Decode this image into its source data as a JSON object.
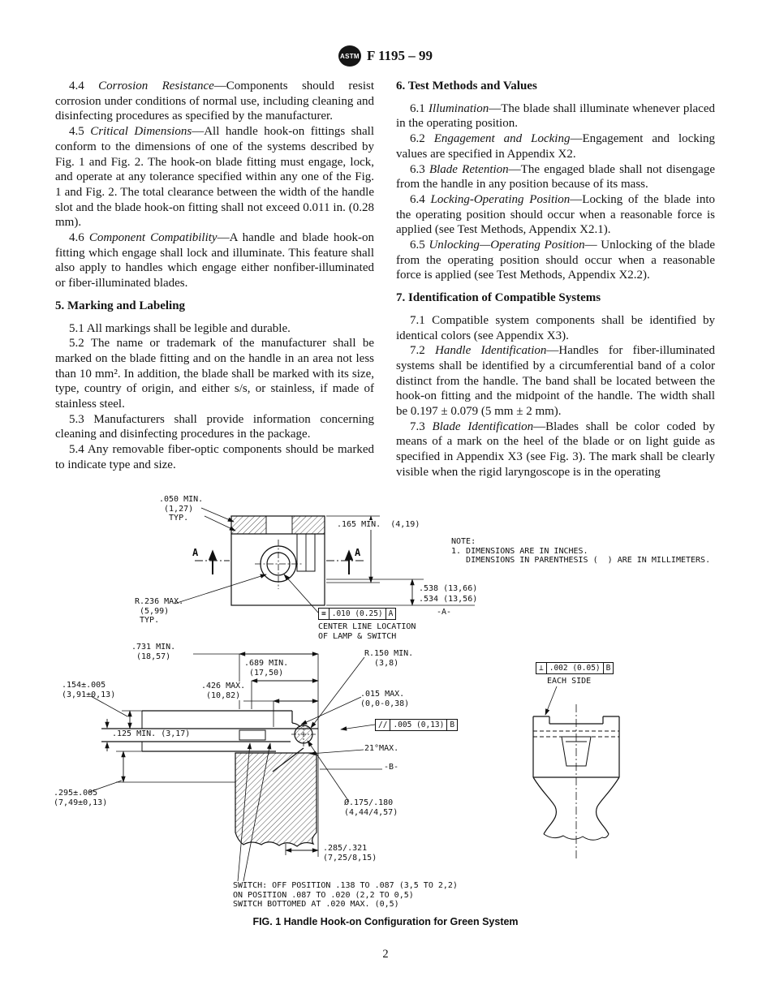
{
  "page": {
    "number": "2"
  },
  "header": {
    "logo_text": "ASTM",
    "title": "F 1195 – 99"
  },
  "left": {
    "p44": {
      "num": "4.4 ",
      "lead": "Corrosion Resistance",
      "rest": "—Components should resist corrosion under conditions of normal use, including cleaning and disinfecting procedures as specified by the manufacturer."
    },
    "p45": {
      "num": "4.5 ",
      "lead": "Critical Dimensions",
      "rest": "—All handle hook-on fittings shall conform to the dimensions of one of the systems described by Fig. 1 and Fig. 2. The hook-on blade fitting must engage, lock, and operate at any tolerance specified within any one of the Fig. 1 and Fig. 2. The total clearance between the width of the handle slot and the blade hook-on fitting shall not exceed 0.011 in. (0.28 mm)."
    },
    "p46": {
      "num": "4.6 ",
      "lead": "Component Compatibility",
      "rest": "—A handle and blade hook-on fitting which engage shall lock and illuminate. This feature shall also apply to handles which engage either nonfiber-illuminated or fiber-illuminated blades."
    },
    "h5": "5. Marking and Labeling",
    "p51": {
      "num": "5.1 ",
      "rest": "All markings shall be legible and durable."
    },
    "p52": {
      "num": "5.2 ",
      "rest": "The name or trademark of the manufacturer shall be marked on the blade fitting and on the handle in an area not less than 10 mm². In addition, the blade shall be marked with its size, type, country of origin, and either s/s, or stainless, if made of stainless steel."
    },
    "p53": {
      "num": "5.3 ",
      "rest": "Manufacturers shall provide information concerning cleaning and disinfecting procedures in the package."
    },
    "p54": {
      "num": "5.4 ",
      "rest": "Any removable fiber-optic components should be marked to indicate type and size."
    }
  },
  "right": {
    "h6": "6. Test Methods and Values",
    "p61": {
      "num": "6.1 ",
      "lead": "Illumination",
      "rest": "—The blade shall illuminate whenever placed in the operating position."
    },
    "p62": {
      "num": "6.2 ",
      "lead": "Engagement and Locking",
      "rest": "—Engagement and locking values are specified in Appendix X2."
    },
    "p63": {
      "num": "6.3 ",
      "lead": "Blade Retention",
      "rest": "—The engaged blade shall not disengage from the handle in any position because of its mass."
    },
    "p64": {
      "num": "6.4 ",
      "lead": "Locking-Operating Position",
      "rest": "—Locking of the blade into the operating position should occur when a reasonable force is applied (see Test Methods, Appendix X2.1)."
    },
    "p65": {
      "num": "6.5 ",
      "lead": "Unlocking—Operating Position",
      "rest": "— Unlocking of the blade from the operating position should occur when a reasonable force is applied (see Test Methods, Appendix X2.2)."
    },
    "h7": "7. Identification of Compatible Systems",
    "p71": {
      "num": "7.1 ",
      "rest": "Compatible system components shall be identified by identical colors (see Appendix X3)."
    },
    "p72": {
      "num": "7.2 ",
      "lead": "Handle Identification",
      "rest": "—Handles for fiber-illuminated systems shall be identified by a circumferential band of a color distinct from the handle. The band shall be located between the hook-on fitting and the midpoint of the handle. The width shall be 0.197 ± 0.079 (5 mm ± 2 mm)."
    },
    "p73": {
      "num": "7.3 ",
      "lead": "Blade Identification",
      "rest": "—Blades shall be color coded by means of a mark on the heel of the blade or on light guide as specified in Appendix X3 (see Fig. 3). The mark shall be clearly visible when the rigid laryngoscope is in the operating"
    }
  },
  "figure": {
    "labels": {
      "dim_050": ".050 MIN.\n (1,27)\n  TYP.",
      "dim_165": ".165 MIN.  (4,19)",
      "section_a_left": "A",
      "section_a_right": "A",
      "r236": "R.236 MAX.\n (5,99)\n TYP.",
      "dim_538": ".538 (13,66)",
      "dim_534": ".534 (13,56)",
      "datum_a": "-A-",
      "center_line_note": "CENTER LINE LOCATION\nOF LAMP & SWITCH",
      "note": "NOTE:\n1. DIMENSIONS ARE IN INCHES.\n   DIMENSIONS IN PARENTHESIS (  ) ARE IN MILLIMETERS.",
      "dim_731": ".731 MIN.\n (18,57)",
      "dim_689": ".689 MIN.\n (17,50)",
      "dim_426": ".426 MAX.\n (10,82)",
      "r150": "R.150 MIN.\n  (3,8)",
      "dim_154": ".154±.005\n(3,91±0,13)",
      "dim_015": ".015 MAX.\n(0,0-0,38)",
      "dim_125": ".125 MIN. (3,17)",
      "angle_21": "21°MAX.",
      "datum_b": "-B-",
      "dim_295": ".295±.005\n(7,49±0,13)",
      "dia_175": "Ø.175/.180\n(4,44/4,57)",
      "dim_285": ".285/.321\n(7,25/8,15)",
      "each_side": "EACH SIDE",
      "switch_note": "SWITCH: OFF POSITION .138 TO .087 (3,5 TO 2,2)\nON POSITION .087 TO .020 (2,2 TO 0,5)\nSWITCH BOTTOMED AT .020 MAX. (0,5)"
    },
    "fcf_center": {
      "sym": "≡",
      "val": ".010 (0.25)",
      "datum": "A"
    },
    "fcf_parallel": {
      "sym": "//",
      "val": ".005 (0,13)",
      "datum": "B"
    },
    "fcf_perp": {
      "sym": "⊥",
      "val": ".002 (0.05)",
      "datum": "B"
    },
    "caption": "FIG. 1 Handle Hook-on Configuration for Green System"
  }
}
